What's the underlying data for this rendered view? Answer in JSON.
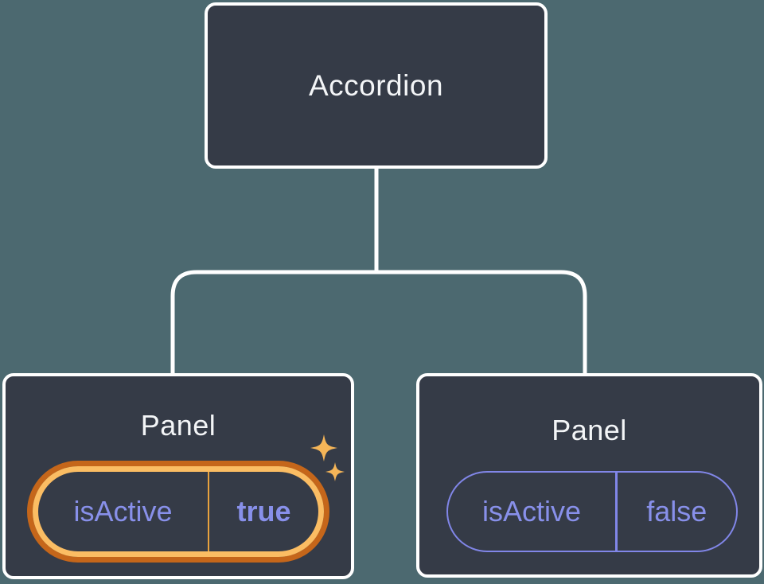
{
  "tree": {
    "root": {
      "label": "Accordion"
    },
    "children": [
      {
        "title": "Panel",
        "prop_name": "isActive",
        "prop_value": "true",
        "highlighted": true,
        "highlight_icon": "sparkles-icon"
      },
      {
        "title": "Panel",
        "prop_name": "isActive",
        "prop_value": "false",
        "highlighted": false
      }
    ]
  },
  "colors": {
    "background": "#4C6970",
    "node_fill": "#353B47",
    "node_border": "#FFFFFF",
    "node_text": "#F3F5F7",
    "prop_text_purple": "#8890EA",
    "pill_border_purple": "#8186E8",
    "highlight_ring_outer": "#C5661A",
    "highlight_ring_inner": "#FBBD63",
    "highlight_divider": "#E8A23D",
    "sparkle": "#F5B558",
    "connector": "#FFFFFF"
  }
}
